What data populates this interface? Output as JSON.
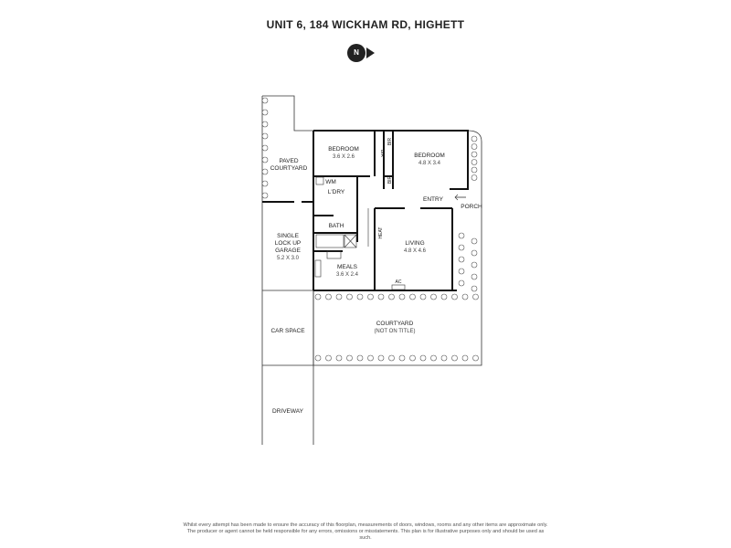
{
  "title": "UNIT 6, 184 WICKHAM RD, HIGHETT",
  "north_label": "N",
  "rooms": {
    "bedroom1": {
      "name": "BEDROOM",
      "size": "3.6 X 2.6"
    },
    "bedroom2": {
      "name": "BEDROOM",
      "size": "4.8 X 3.4"
    },
    "living": {
      "name": "LIVING",
      "size": "4.8 X 4.6"
    },
    "meals": {
      "name": "MEALS",
      "size": "3.6 X 2.4"
    },
    "garage": {
      "name1": "SINGLE",
      "name2": "LOCK UP",
      "name3": "GARAGE",
      "size": "5.2 X 3.0"
    },
    "paved_courtyard": {
      "name1": "PAVED",
      "name2": "COURTYARD"
    },
    "courtyard": {
      "name": "COURTYARD",
      "note": "(NOT ON TITLE)"
    },
    "car_space": "CAR SPACE",
    "driveway": "DRIVEWAY",
    "laundry": "L'DRY",
    "bath": "BATH",
    "entry": "ENTRY",
    "porch": "PORCH",
    "wm": "WM",
    "heat": "HEAT",
    "ac": "AC",
    "bir": "BIR"
  },
  "disclaimer": {
    "line1": "Whilst every attempt has been made to ensure the accuracy of this floorplan, measurements of doors, windows, rooms and any other items are approximate only.",
    "line2": "The producer or agent cannot be held responsible for any errors, omissions or misstatements. This plan is for illustrative purposes only and should be used as such."
  }
}
